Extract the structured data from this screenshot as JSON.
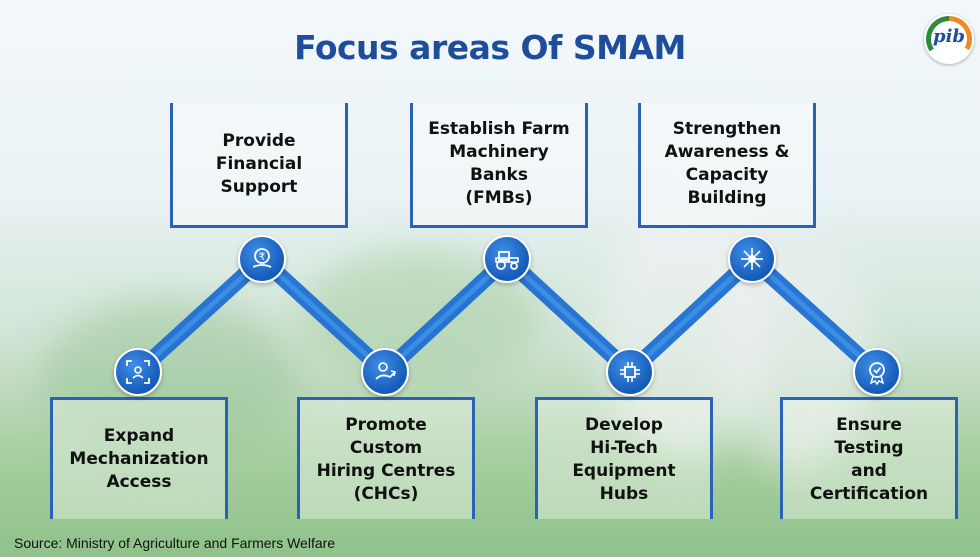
{
  "title": "Focus areas Of SMAM",
  "logo_text": "pib",
  "source": "Source: Ministry of Agriculture and Farmers Welfare",
  "colors": {
    "accent": "#2a62b8",
    "title": "#1e4d9b",
    "node": "#1f6fd1"
  },
  "top_items": [
    {
      "label": "Provide\nFinancial\nSupport",
      "icon": "rupee-hand-icon"
    },
    {
      "label": "Establish Farm\nMachinery\nBanks\n(FMBs)",
      "icon": "tractor-icon"
    },
    {
      "label": "Strengthen\nAwareness &\nCapacity\nBuilding",
      "icon": "network-icon"
    }
  ],
  "bottom_items": [
    {
      "label": "Expand\nMechanization\nAccess",
      "icon": "expand-arrows-icon"
    },
    {
      "label": "Promote\nCustom\nHiring Centres\n(CHCs)",
      "icon": "hand-growth-icon"
    },
    {
      "label": "Develop\nHi-Tech\nEquipment\nHubs",
      "icon": "circuit-icon"
    },
    {
      "label": "Ensure\nTesting\nand\nCertification",
      "icon": "certificate-badge-icon"
    }
  ]
}
